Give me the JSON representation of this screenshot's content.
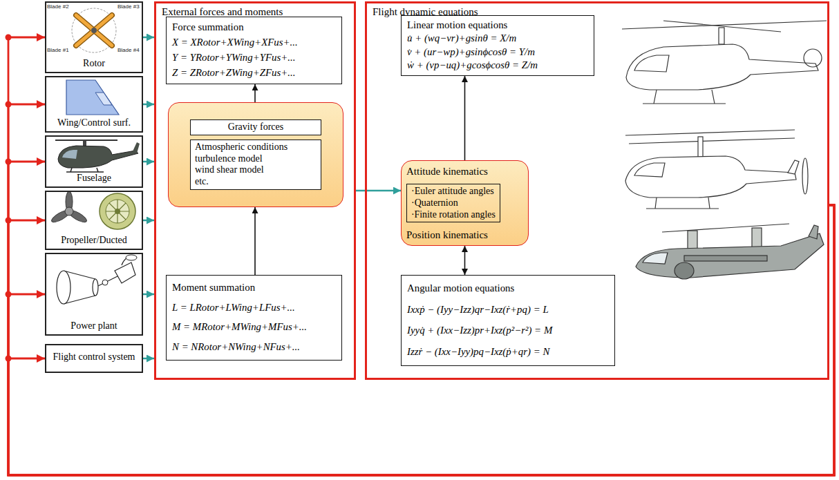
{
  "diagram": {
    "nodes": [
      {
        "text": [
          "Rotor"
        ]
      },
      {
        "text": [
          "Wing/Control surf."
        ]
      },
      {
        "text": [
          "Fuselage"
        ]
      },
      {
        "text": [
          "Propeller/Ducted"
        ]
      },
      {
        "text": [
          "Power plant"
        ]
      },
      {
        "text": [
          "Flight control system"
        ]
      },
      {
        "text": [
          "External forces and moments"
        ]
      },
      {
        "text": [
          "Force summation",
          "X = XRotor+XWing+XFus+...",
          "Y = YRotor+YWing+YFus+...",
          "Z = ZRotor+ZWing+ZFus+..."
        ],
        "in": 6
      },
      {
        "text": [
          "Gravity forces",
          "Atmospheric conditions",
          "turbulence model",
          "wind shear model",
          "etc."
        ],
        "in": 6
      },
      {
        "text": [
          "Moment summation",
          "L = LRotor+LWing+LFus+...",
          "M = MRotor+MWing+MFus+...",
          "N = NRotor+NWing+NFus+..."
        ],
        "in": 6
      },
      {
        "text": [
          "Flight dynamic equations"
        ]
      },
      {
        "text": [
          "Linear motion equations",
          "u̇ + (wq−vr)+gsinθ = X/m",
          "v̇ + (ur−wp)+gsinϕcosθ = Y/m",
          "ẇ + (vp−uq)+gcosϕcosθ = Z/m"
        ],
        "in": 10
      },
      {
        "text": [
          "Attitude kinematics",
          "·Euler attitude angles",
          "·Quaternion",
          "·Finite rotation angles",
          "Position kinematics"
        ],
        "in": 10
      },
      {
        "text": [
          "Angular motion equations",
          "Ixxṗ − (Iyy−Izz)qr−Ixz(ṙ+pq) = L",
          "Iyyq̇ + (Ixx−Izz)pr+Ixz(p²−r²) = M",
          "Izzṙ − (Ixx−Iyy)pq−Ixz(ṗ+qr) = N"
        ],
        "in": 10
      }
    ],
    "edges": [
      {
        "from": 0,
        "to": 6,
        "arrow": "to"
      },
      {
        "from": 1,
        "to": 6,
        "arrow": "to"
      },
      {
        "from": 2,
        "to": 6,
        "arrow": "to"
      },
      {
        "from": 3,
        "to": 6,
        "arrow": "to"
      },
      {
        "from": 4,
        "to": 6,
        "arrow": "to"
      },
      {
        "from": 5,
        "to": 6,
        "arrow": "to"
      },
      {
        "from": 9,
        "to": 8,
        "arrow": "to"
      },
      {
        "from": 8,
        "to": 7,
        "arrow": "to"
      },
      {
        "from": 6,
        "to": 12,
        "arrow": "to"
      },
      {
        "from": 12,
        "to": 11,
        "arrow": "to"
      },
      {
        "from": 12,
        "to": 13,
        "arrow": "both"
      },
      {
        "from": 10,
        "to": 0,
        "arrow": "to"
      },
      {
        "from": 10,
        "to": 1,
        "arrow": "to"
      },
      {
        "from": 10,
        "to": 2,
        "arrow": "to"
      },
      {
        "from": 10,
        "to": 3,
        "arrow": "to"
      },
      {
        "from": 10,
        "to": 4,
        "arrow": "to"
      },
      {
        "from": 10,
        "to": 5,
        "arrow": "to"
      }
    ],
    "labels": [
      "Blade #1",
      "Blade #2",
      "Blade #3",
      "Blade #4"
    ]
  }
}
